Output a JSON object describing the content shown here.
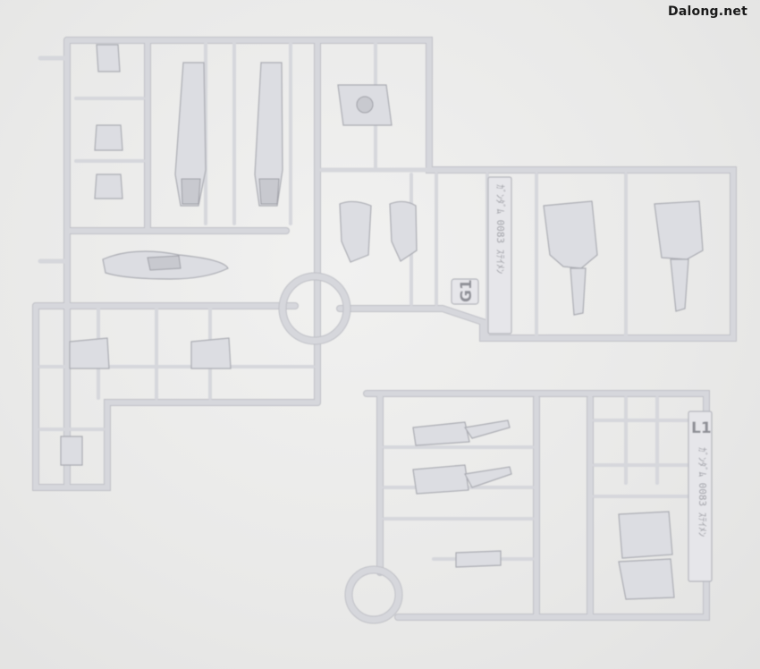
{
  "watermark": "Dalong.net",
  "runners": [
    {
      "id": "G",
      "letter": "G1",
      "tag_text": "ｶﾞﾝﾀﾞﾑ 0083 ｽﾃｲﾒﾝ"
    },
    {
      "id": "L",
      "letter": "L1",
      "tag_text": "ｶﾞﾝﾀﾞﾑ 0083 ｽﾃｲﾒﾝ"
    }
  ],
  "colors": {
    "background": "#ececeb",
    "plastic": "#dcdde2"
  }
}
